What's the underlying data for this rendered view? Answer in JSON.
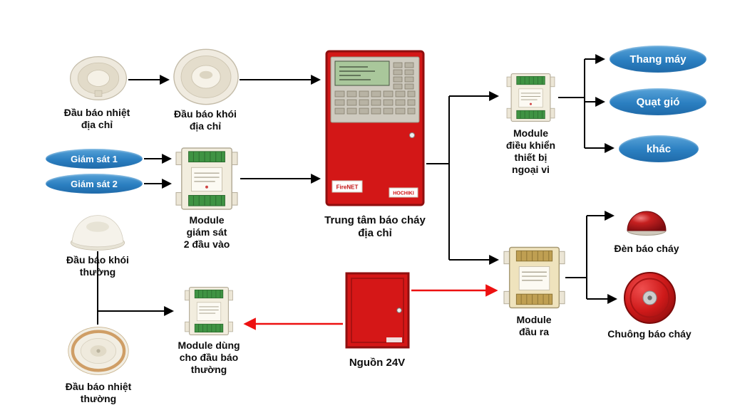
{
  "colors": {
    "oval_blue": "#2b7fc1",
    "panel_red": "#d31717",
    "wire_black": "#000000",
    "wire_red": "#ed1111",
    "module_pcb_green": "#3f9343"
  },
  "nodes": {
    "heat_detector_addr": {
      "label": "Đầu báo nhiệt địa chỉ",
      "lines": [
        "Đầu báo nhiệt",
        "địa chỉ"
      ]
    },
    "smoke_detector_addr": {
      "label": "Đầu báo khói địa chỉ",
      "lines": [
        "Đầu báo khói",
        "địa chỉ"
      ]
    },
    "monitor_input_1": {
      "label": "Giám sát 1"
    },
    "monitor_input_2": {
      "label": "Giám sát 2"
    },
    "module_monitor": {
      "label": "Module giám sát 2 đầu vào",
      "lines": [
        "Module",
        "giám sát",
        "2 đầu vào"
      ]
    },
    "smoke_detector_std": {
      "label": "Đầu báo khói thường",
      "lines": [
        "Đầu báo khói",
        "thường"
      ]
    },
    "heat_detector_std": {
      "label": "Đầu báo nhiệt thường",
      "lines": [
        "Đầu báo nhiệt",
        "thường"
      ]
    },
    "module_conventional": {
      "label": "Module dùng cho đầu báo thường",
      "lines": [
        "Module dùng",
        "cho đầu báo",
        "thường"
      ]
    },
    "control_panel": {
      "label": "Trung tâm báo cháy địa chỉ",
      "lines": [
        "Trung tâm báo cháy",
        "địa chỉ"
      ],
      "sticker_left": "FireNET",
      "sticker_right": "HOCHIKI"
    },
    "power_supply": {
      "label": "Nguồn 24V"
    },
    "module_control": {
      "label": "Module điều khiển thiết bị ngoại vi",
      "lines": [
        "Module",
        "điều khiển",
        "thiết bị",
        "ngoại vi"
      ]
    },
    "module_output": {
      "label": "Module đầu ra",
      "lines": [
        "Module",
        "đầu ra"
      ]
    },
    "elevator": {
      "label": "Thang máy"
    },
    "fan": {
      "label": "Quạt gió"
    },
    "other": {
      "label": "khác"
    },
    "alarm_lamp": {
      "label": "Đèn báo cháy"
    },
    "alarm_bell": {
      "label": "Chuông báo cháy"
    }
  }
}
